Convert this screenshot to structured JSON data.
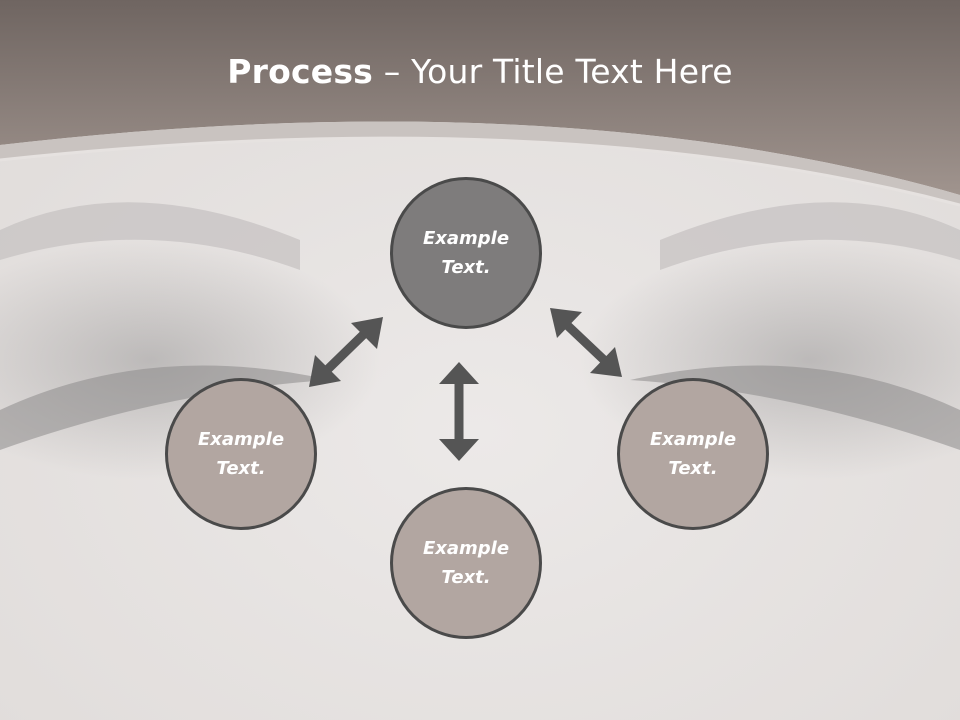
{
  "title": {
    "bold": "Process",
    "rest": " – Your Title Text Here"
  },
  "nodes": {
    "center": {
      "line1": "Example",
      "line2": "Text."
    },
    "left": {
      "line1": "Example",
      "line2": "Text."
    },
    "bottom": {
      "line1": "Example",
      "line2": "Text."
    },
    "right": {
      "line1": "Example",
      "line2": "Text."
    }
  },
  "colors": {
    "header": "#8f837d",
    "center_node": "#7e7c7c",
    "outer_node": "#b2a6a1",
    "arrow": "#555555"
  }
}
